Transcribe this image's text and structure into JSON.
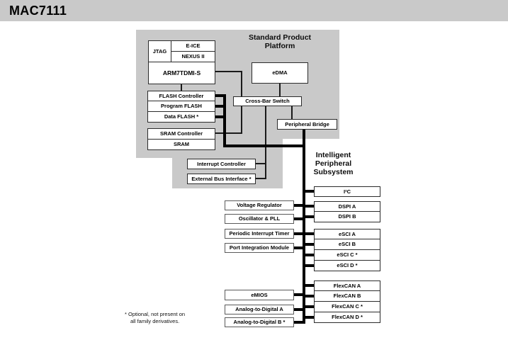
{
  "title_bar": {
    "title": "MAC7111"
  },
  "platform": {
    "header": {
      "line1": "Standard Product",
      "line2": "Platform"
    },
    "blocks": {
      "jtag": "JTAG",
      "eice": "E-ICE",
      "nexus": "NEXUS II",
      "arm": "ARM7TDMI-S",
      "flash_controller": "FLASH Controller",
      "program_flash": "Program FLASH",
      "data_flash": "Data FLASH *",
      "sram_controller": "SRAM Controller",
      "sram": "SRAM",
      "edma": "eDMA",
      "crossbar": "Cross-Bar Switch",
      "peripheral_bridge": "Peripheral Bridge",
      "interrupt_controller": "Interrupt Controller",
      "external_bus_interface": "External Bus Interface *"
    }
  },
  "peripheral_subsystem": {
    "header": {
      "line1": "Intelligent",
      "line2": "Peripheral",
      "line3": "Subsystem"
    },
    "left_modules": [
      {
        "label": "Voltage Regulator"
      },
      {
        "label": "Oscillator & PLL"
      },
      {
        "label": "Periodic Interrupt Timer"
      },
      {
        "label": "Port Integration Module"
      },
      {
        "label": "eMIOS"
      },
      {
        "label": "Analog-to-Digital A"
      },
      {
        "label": "Analog-to-Digital B *"
      }
    ],
    "right_modules": [
      {
        "label": "I²C"
      },
      {
        "label": "DSPI A"
      },
      {
        "label": "DSPI B"
      },
      {
        "label": "eSCI A"
      },
      {
        "label": "eSCI B"
      },
      {
        "label": "eSCI C *"
      },
      {
        "label": "eSCI D *"
      },
      {
        "label": "FlexCAN A"
      },
      {
        "label": "FlexCAN B"
      },
      {
        "label": "FlexCAN C *"
      },
      {
        "label": "FlexCAN D *"
      }
    ]
  },
  "footnote": {
    "line1": "* Optional, not present on",
    "line2": "all family derivatives."
  },
  "colors": {
    "header_bar_bg": "#c9c9c9",
    "platform_bg": "#c9c9c9",
    "box_bg": "#ffffff",
    "line_color": "#000000",
    "text_color": "#000000"
  }
}
